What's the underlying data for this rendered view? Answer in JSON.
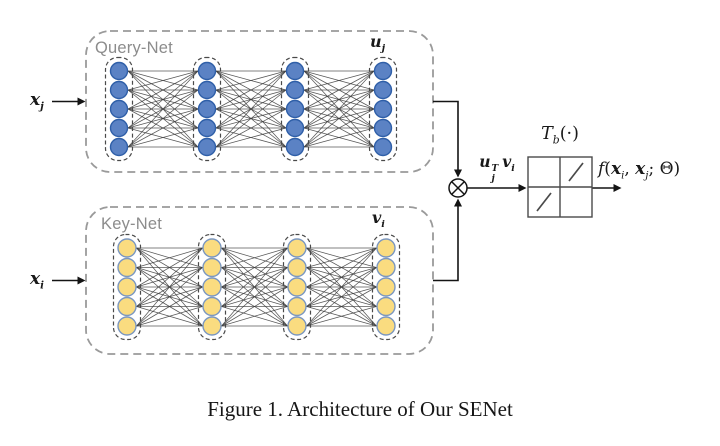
{
  "figure": {
    "caption": "Figure 1. Architecture of Our SENet"
  },
  "colors": {
    "background": "#ffffff",
    "edge": "#3b3b3b",
    "outer_box": "#9a9a9a",
    "layer_box": "#4a4a4a",
    "arrow": "#141414",
    "net_label": "#8c8c8c"
  },
  "networks": [
    {
      "id": "query",
      "name": "Query-Net",
      "num_layers": 4,
      "nodes_per_layer": 5,
      "node_fill": "#5B82C4",
      "node_stroke": "#2F5FA8",
      "input_label": {
        "base": "x",
        "sub": "j"
      },
      "output_label": {
        "base": "u",
        "sub": "j"
      }
    },
    {
      "id": "key",
      "name": "Key-Net",
      "num_layers": 4,
      "nodes_per_layer": 5,
      "node_fill": "#FADC80",
      "node_stroke": "#7B97C0",
      "input_label": {
        "base": "x",
        "sub": "i"
      },
      "output_label": {
        "base": "v",
        "sub": "i"
      }
    }
  ],
  "operator": {
    "name": "otimes",
    "symbol": "⊗"
  },
  "product_label": {
    "base1": "u",
    "sup1": "T",
    "sub1": "j",
    "base2": "v",
    "sub2": "i"
  },
  "transfer_label": {
    "base": "T",
    "sub": "b",
    "paren": "(·)"
  },
  "output_label": {
    "f": "f",
    "open": "(",
    "x1": "x",
    "sub1": "i",
    "comma": ", ",
    "x2": "x",
    "sub2": "j",
    "close": "; Θ)"
  }
}
